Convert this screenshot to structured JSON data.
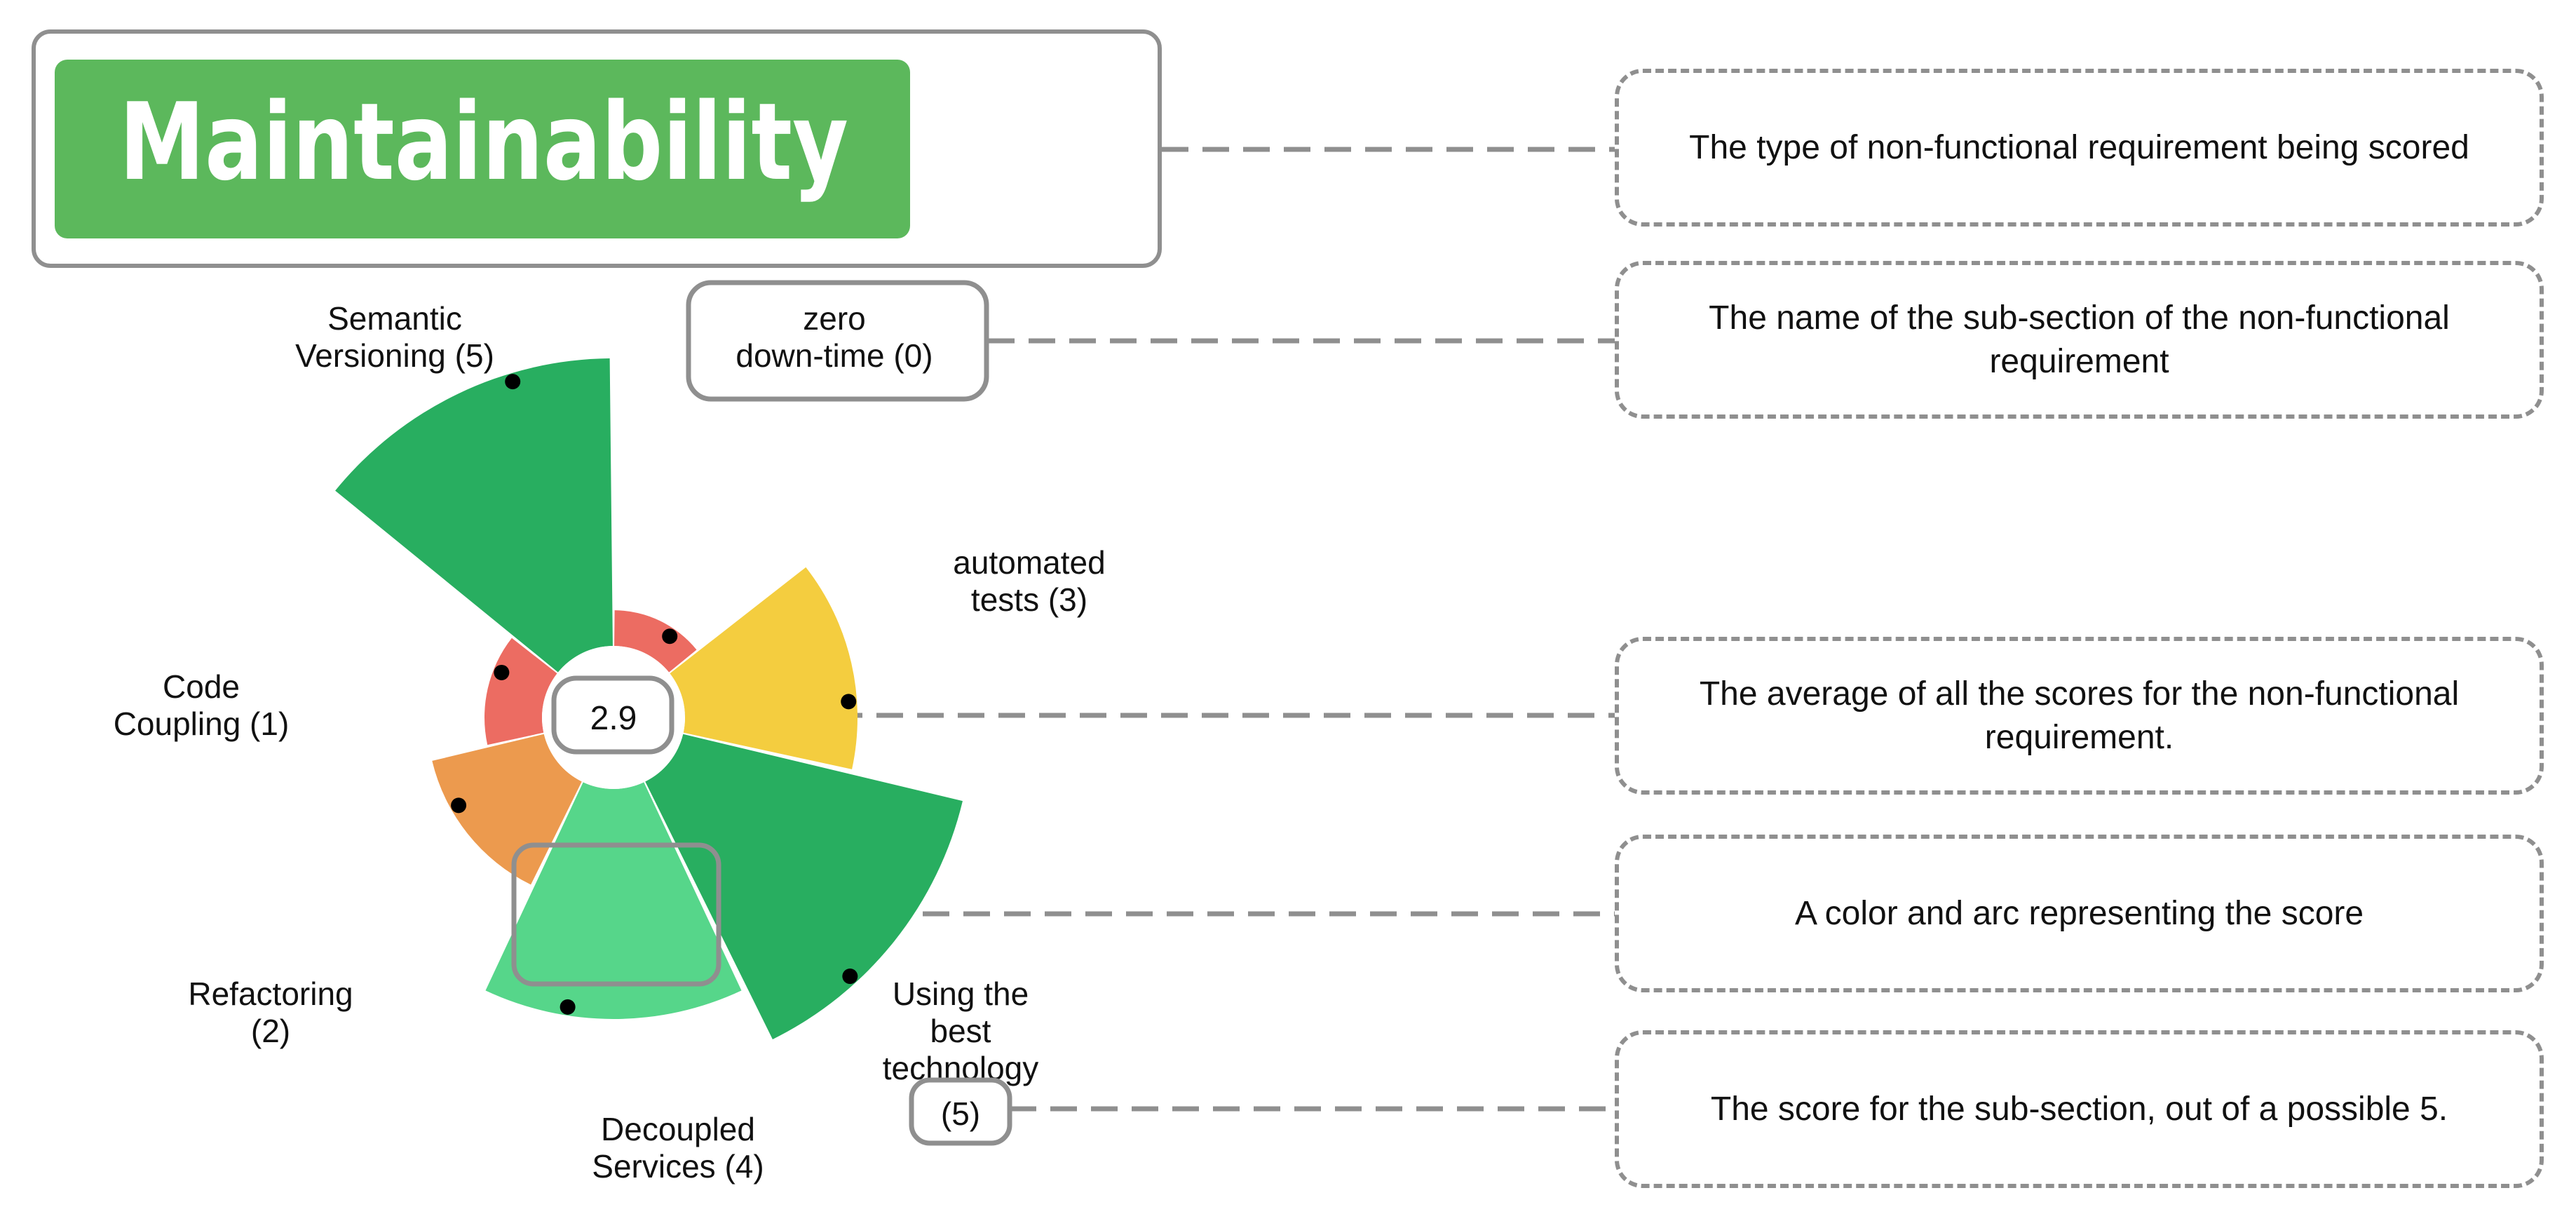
{
  "title": "Maintainability",
  "average_score": "2.9",
  "colors": {
    "title_bg": "#5cb85c",
    "score_5": "#28ae60",
    "score_4": "#56d68a",
    "score_3": "#f4cd3f",
    "score_2": "#ec9a4e",
    "score_1": "#ec6c62",
    "score_0": "#ec6c62",
    "callout_line": "#8f8f8f"
  },
  "sections": [
    {
      "name_lines": [
        "zero",
        "down-time (0)"
      ],
      "score": 0
    },
    {
      "name_lines": [
        "automated",
        "tests (3)"
      ],
      "score": 3
    },
    {
      "name_lines": [
        "Using the",
        "best",
        "technology"
      ],
      "score_label": "(5)",
      "score": 5
    },
    {
      "name_lines": [
        "Decoupled",
        "Services (4)"
      ],
      "score": 4
    },
    {
      "name_lines": [
        "Refactoring",
        "(2)"
      ],
      "score": 2
    },
    {
      "name_lines": [
        "Code",
        "Coupling (1)"
      ],
      "score": 1
    },
    {
      "name_lines": [
        "Semantic",
        "Versioning (5)"
      ],
      "score": 5
    }
  ],
  "callouts": [
    {
      "text": "The type of non-functional requirement being scored"
    },
    {
      "text": "The name of the sub-section of the non-functional requirement"
    },
    {
      "text": "The average of all the scores for the non-functional requirement."
    },
    {
      "text": "A color and arc representing the score"
    },
    {
      "text": "The score for the sub-section, out of a possible 5."
    }
  ]
}
